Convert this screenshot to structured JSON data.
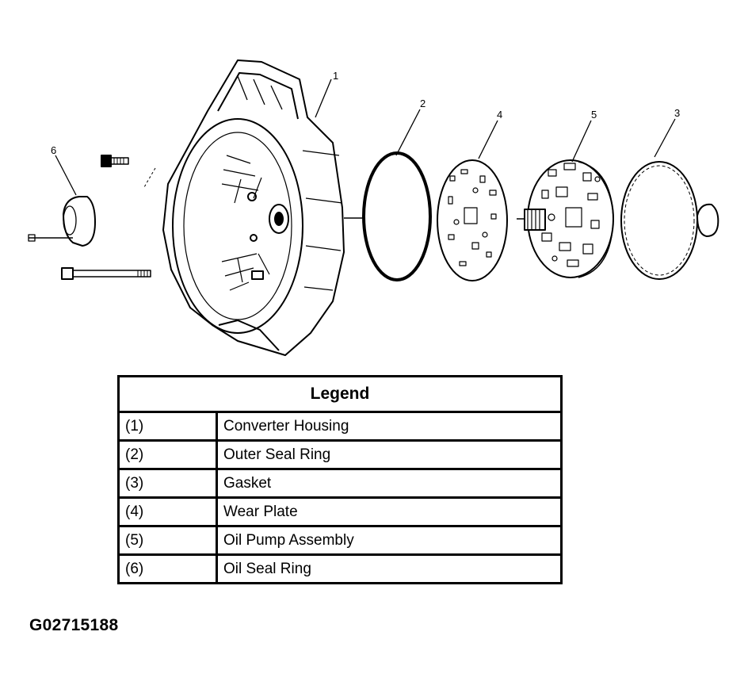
{
  "callouts": [
    {
      "id": "callout-1",
      "text": "1"
    },
    {
      "id": "callout-2",
      "text": "2"
    },
    {
      "id": "callout-4",
      "text": "4"
    },
    {
      "id": "callout-5",
      "text": "5"
    },
    {
      "id": "callout-3",
      "text": "3"
    },
    {
      "id": "callout-6",
      "text": "6"
    }
  ],
  "legend": {
    "title": "Legend",
    "rows": [
      {
        "num": "(1)",
        "label": "Converter Housing"
      },
      {
        "num": "(2)",
        "label": "Outer Seal Ring"
      },
      {
        "num": "(3)",
        "label": "Gasket"
      },
      {
        "num": "(4)",
        "label": "Wear Plate"
      },
      {
        "num": "(5)",
        "label": "Oil Pump Assembly"
      },
      {
        "num": "(6)",
        "label": "Oil Seal Ring"
      }
    ]
  },
  "figure_id": "G02715188"
}
